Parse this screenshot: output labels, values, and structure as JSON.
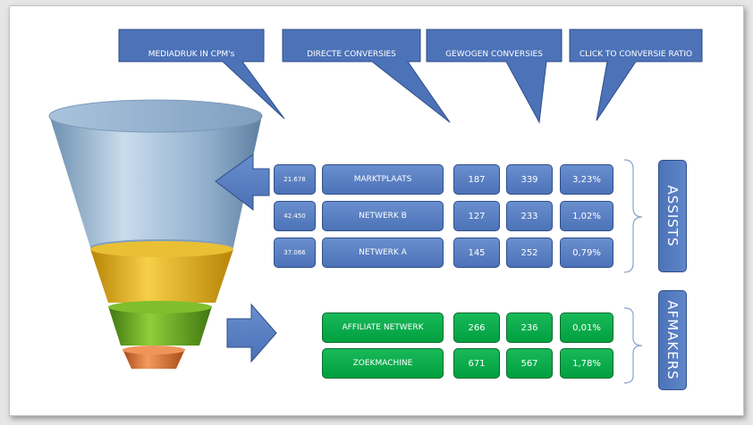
{
  "callouts": [
    "MEDIADRUK IN CPM's",
    "DIRECTE CONVERSIES",
    "GEWOGEN CONVERSIES",
    "CLICK TO CONVERSIE RATIO"
  ],
  "groups": {
    "assists": "ASSISTS",
    "afmakers": "AFMAKERS"
  },
  "assists_rows": [
    {
      "impressions": "21.678",
      "name": "MARKTPLAATS",
      "direct": "187",
      "weighted": "339",
      "ratio": "3,23%"
    },
    {
      "impressions": "42.450",
      "name": "NETWERK B",
      "direct": "127",
      "weighted": "233",
      "ratio": "1,02%"
    },
    {
      "impressions": "37.066",
      "name": "NETWERK A",
      "direct": "145",
      "weighted": "252",
      "ratio": "0,79%"
    }
  ],
  "afmakers_rows": [
    {
      "name": "AFFILIATE NETWERK",
      "direct": "266",
      "weighted": "236",
      "ratio": "0,01%"
    },
    {
      "name": "ZOEKMACHINE",
      "direct": "671",
      "weighted": "567",
      "ratio": "1,78%"
    }
  ],
  "colors": {
    "callout_blue": "#4c72b8",
    "row_blue": "#5b80c4",
    "row_green": "#00a844",
    "funnel_top": "#9fbdd8",
    "funnel_second": "#e6b21e",
    "funnel_third": "#6aa424",
    "funnel_bottom": "#de7a3c"
  }
}
